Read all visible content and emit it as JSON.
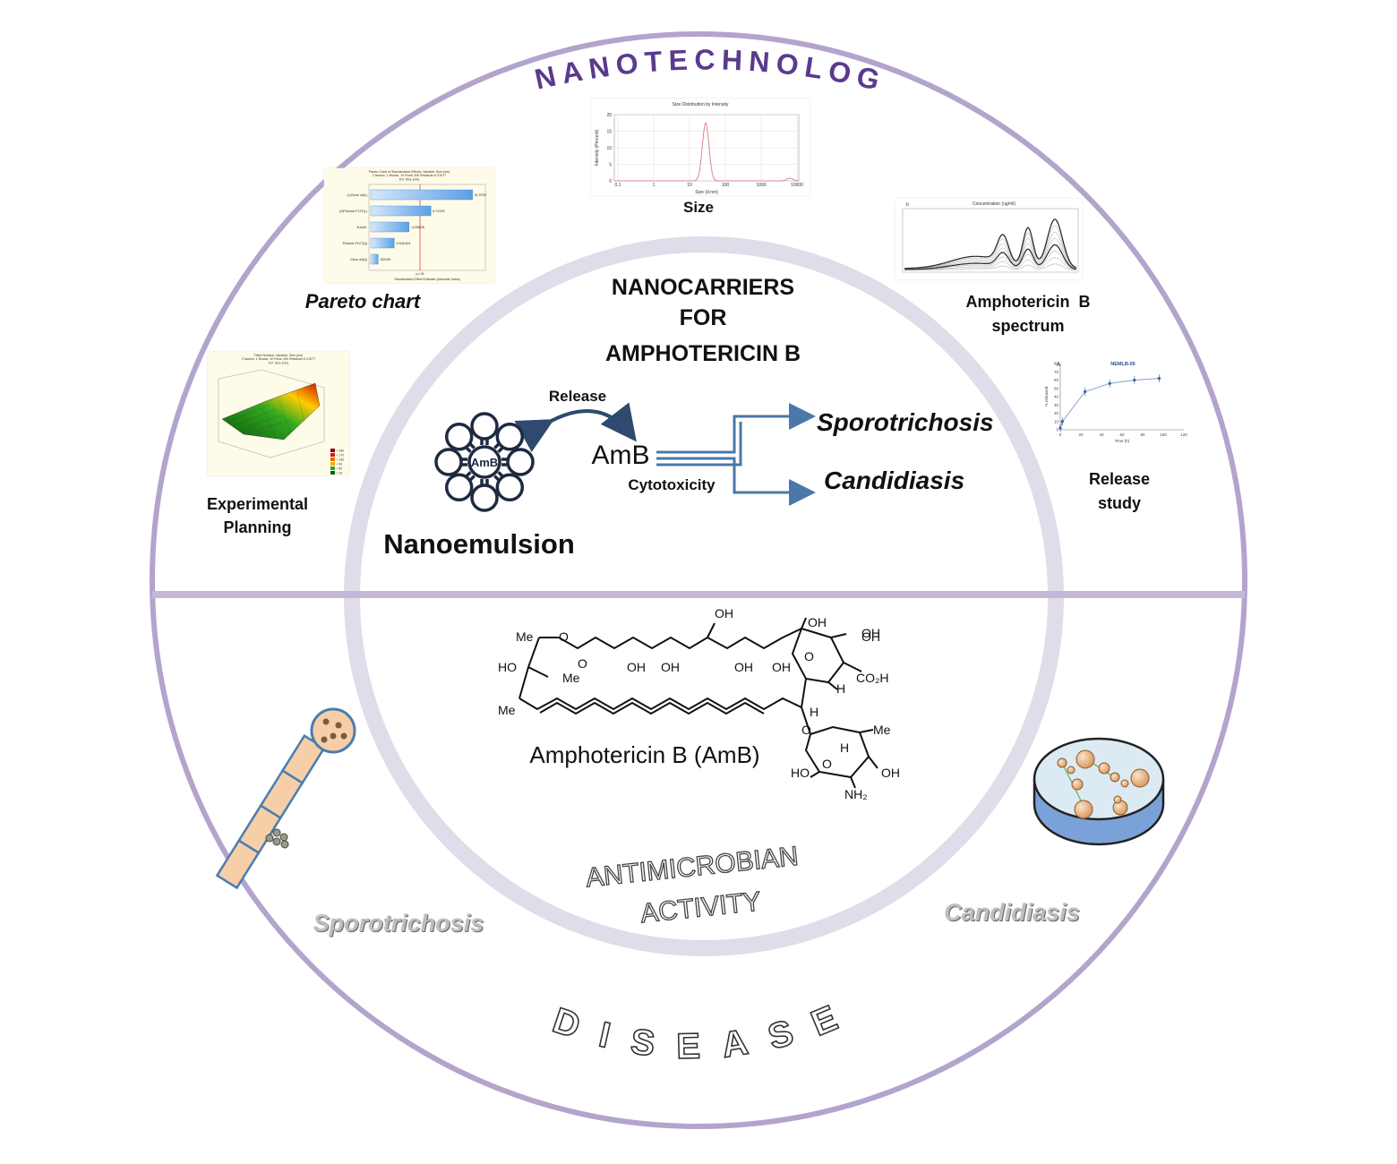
{
  "outer_ring": {
    "top_title": "NANOTECHNOLOGY",
    "bottom_title": "DISEASES",
    "ring_color": "#b3a4cc",
    "title_color": "#5b3a8e"
  },
  "inner_circle": {
    "title_lines": [
      "NANOCARRIERS",
      "FOR",
      "AMPHOTERICIN B"
    ],
    "release_label": "Release",
    "amb_label": "AmB",
    "cytotoxicity_label": "Cytotoxicity",
    "targets": [
      "Sporotrichosis",
      "Candidiasis"
    ],
    "nanoemulsion_label": "Nanoemulsion",
    "droplet_core_label": "AmB",
    "molecule_caption": "Amphotericin B (AmB)",
    "activity_lines": [
      "ANTIMICROBIAN",
      "ACTIVITY"
    ],
    "ring_color": "#e0dcea",
    "arrow_color": "#4a78a8"
  },
  "thumbnails": {
    "size": {
      "caption": "Size",
      "title": "Size Distribution by Intensity",
      "xlabel": "Size (d.nm)",
      "ylabel": "Intensity (Percent)",
      "yticks": [
        "20",
        "15",
        "10",
        "5",
        "0"
      ],
      "xticks": [
        "0.1",
        "1",
        "10",
        "100",
        "1000",
        "10000"
      ]
    },
    "pareto": {
      "caption": "Pareto chart",
      "title_lines": [
        "Pareto Chart of Standardized Effects; Variable: Size (nm)",
        "2 factors, 1 Blocks, 10 Runs; MS Residual=0.21077",
        "DV: Size (nm)"
      ],
      "bar_labels": [
        "(1)Clove oil(L)",
        "(2)Pluronic F127(L)",
        "1Lby2L",
        "Pluronic F127(Q)",
        "Clove oil(Q)"
      ],
      "bar_values_text": [
        "11.3702",
        "6.72291",
        "-4.28526",
        "2.631424",
        ".82039"
      ],
      "p_label": "p=.05",
      "xlabel": "Standardized Effect Estimate (Absolute Value)"
    },
    "surface": {
      "caption_lines": [
        "Experimental",
        "Planning"
      ],
      "title_lines": [
        "Fitted Surface; Variable: Size (nm)",
        "2 factors, 1 Blocks, 10 Runs; MS Residual=0.21077",
        "DV: Size (nm)"
      ],
      "legend": [
        "> 180",
        "< 170",
        "< 130",
        "< 90",
        "< 50",
        "< 10"
      ],
      "legend_colors": [
        "#8b0000",
        "#cc2200",
        "#ee6600",
        "#ffaa00",
        "#22aa22",
        "#006600"
      ]
    },
    "spectrum": {
      "caption_lines": [
        "Amphotericin  B",
        "spectrum"
      ],
      "panel_letter": "b",
      "title": "Concentration (ug/ml)"
    },
    "release": {
      "caption_lines": [
        "Release",
        "study"
      ],
      "panel_letter": "A",
      "title": "NEMLB-05",
      "xlabel": "Time (h)",
      "ylabel": "% released",
      "xticks": [
        "0",
        "20",
        "40",
        "60",
        "80",
        "100",
        "120"
      ],
      "yticks": [
        "0",
        "10",
        "20",
        "30",
        "40",
        "50",
        "60",
        "70",
        "80"
      ],
      "points": [
        [
          0,
          2
        ],
        [
          2,
          10
        ],
        [
          24,
          46
        ],
        [
          48,
          56
        ],
        [
          72,
          60
        ],
        [
          96,
          62
        ]
      ]
    }
  },
  "diseases": {
    "left_label": "Sporotrichosis",
    "right_label": "Candidiasis"
  },
  "molecule_atoms": [
    "Me",
    "O",
    "O",
    "OH",
    "OH",
    "OH",
    "OH",
    "OH",
    "OH",
    "OH",
    "O",
    "OH",
    "HO",
    "Me",
    "CO₂H",
    "H",
    "Me",
    "O",
    "O",
    "Me",
    "HO",
    "OH",
    "H",
    "NH₂",
    "H"
  ]
}
